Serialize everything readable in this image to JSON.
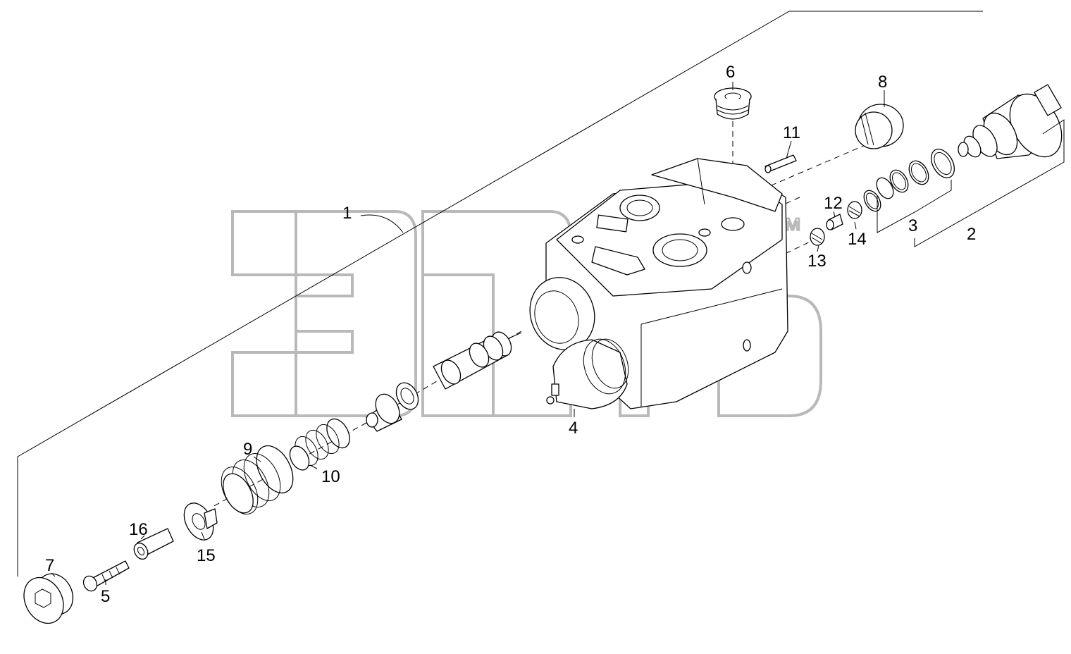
{
  "watermark": {
    "mark": "™"
  },
  "callouts": [
    {
      "id": "1",
      "label": "1"
    },
    {
      "id": "2",
      "label": "2"
    },
    {
      "id": "3",
      "label": "3"
    },
    {
      "id": "4",
      "label": "4"
    },
    {
      "id": "5",
      "label": "5"
    },
    {
      "id": "6",
      "label": "6"
    },
    {
      "id": "7",
      "label": "7"
    },
    {
      "id": "8",
      "label": "8"
    },
    {
      "id": "9",
      "label": "9"
    },
    {
      "id": "10",
      "label": "10"
    },
    {
      "id": "11",
      "label": "11"
    },
    {
      "id": "12",
      "label": "12"
    },
    {
      "id": "13",
      "label": "13"
    },
    {
      "id": "14",
      "label": "14"
    },
    {
      "id": "15",
      "label": "15"
    },
    {
      "id": "16",
      "label": "16"
    }
  ]
}
